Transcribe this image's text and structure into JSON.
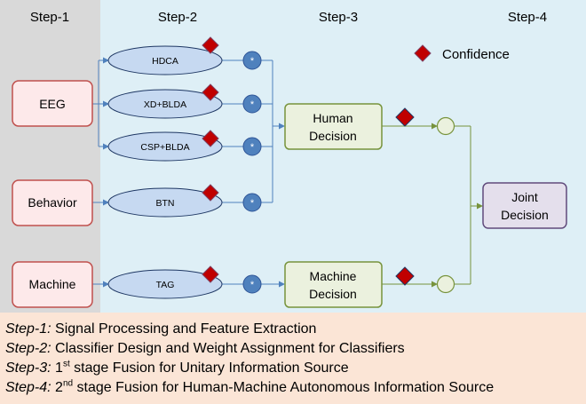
{
  "steps": {
    "step1": "Step-1",
    "step2": "Step-2",
    "step3": "Step-3",
    "step4": "Step-4"
  },
  "legend": {
    "label": "Confidence"
  },
  "sources": {
    "eeg": "EEG",
    "behavior": "Behavior",
    "machine": "Machine"
  },
  "classifiers": {
    "hdca": "HDCA",
    "xd_blda": "XD+BLDA",
    "csp_blda": "CSP+BLDA",
    "btn": "BTN",
    "tag": "TAG"
  },
  "weight_symbol": "*",
  "decisions": {
    "human_line1": "Human",
    "human_line2": "Decision",
    "machine_line1": "Machine",
    "machine_line2": "Decision",
    "joint_line1": "Joint",
    "joint_line2": "Decision"
  },
  "captions": [
    {
      "step": "Step-1:",
      "text": " Signal Processing and Feature Extraction"
    },
    {
      "step": "Step-2:",
      "text": " Classifier Design and Weight Assignment for Classifiers"
    },
    {
      "step": "Step-3:",
      "pre": " 1",
      "sup": "st",
      "text": " stage Fusion for Unitary Information Source"
    },
    {
      "step": "Step-4:",
      "pre": " 2",
      "sup": "nd",
      "text": " stage Fusion for Human-Machine Autonomous Information Source"
    }
  ],
  "colors": {
    "step1_bg": "#d9d9d9",
    "panel_bg": "#deeff6",
    "caption_bg": "#fbe5d6",
    "source_fill": "#fde9ea",
    "source_stroke": "#c0504d",
    "ellipse_fill": "#c6d9f1",
    "ellipse_stroke": "#1f3864",
    "circle_fill": "#4f81bd",
    "diamond_fill": "#c00000",
    "decision_fill": "#ebf1de",
    "decision_stroke": "#77933c",
    "joint_fill": "#e4dfec",
    "joint_stroke": "#604a7b",
    "line": "#4f81bd",
    "fusion_line": "#77933c"
  }
}
